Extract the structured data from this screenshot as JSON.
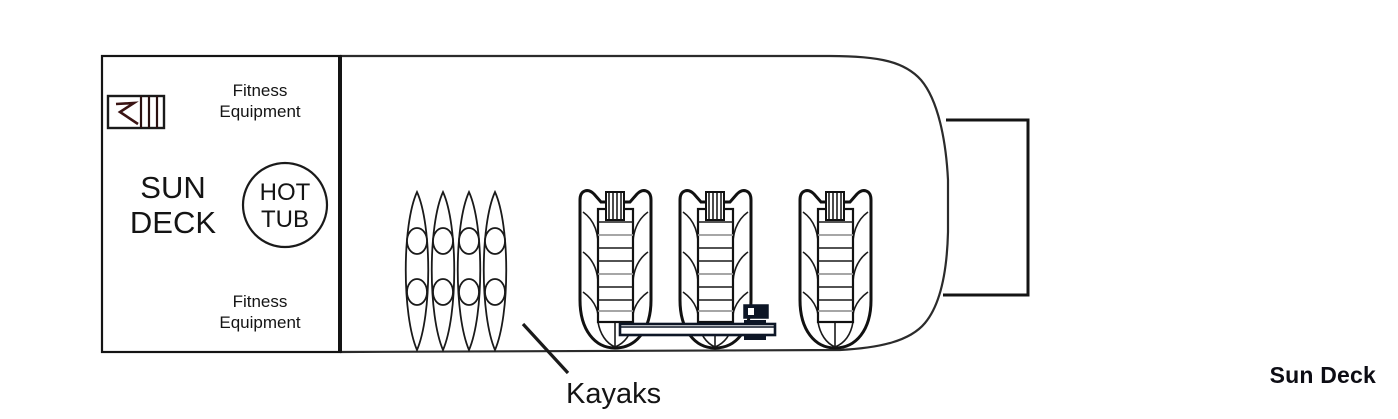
{
  "deck": {
    "caption": "Sun Deck",
    "title": "SUN DECK",
    "title_line1": "SUN",
    "title_line2": "DECK"
  },
  "labels": {
    "fitness_top_line1": "Fitness",
    "fitness_top_line2": "Equipment",
    "fitness_bottom_line1": "Fitness",
    "fitness_bottom_line2": "Equipment",
    "hot_tub_line1": "HOT",
    "hot_tub_line2": "TUB",
    "kayaks": "Kayaks"
  },
  "icons": {
    "stairs": "stairs-icon"
  },
  "features": {
    "kayak_count": 4,
    "kayak_cockpits_each": 2,
    "tender_boat_count": 3,
    "hot_tub_count": 1,
    "stairway_count": 1
  },
  "colors": {
    "outline": "#1a1a1a",
    "hull_thin": "#2b2b2b",
    "dark_fill": "#0d1626",
    "text": "#141414",
    "background": "#ffffff"
  }
}
